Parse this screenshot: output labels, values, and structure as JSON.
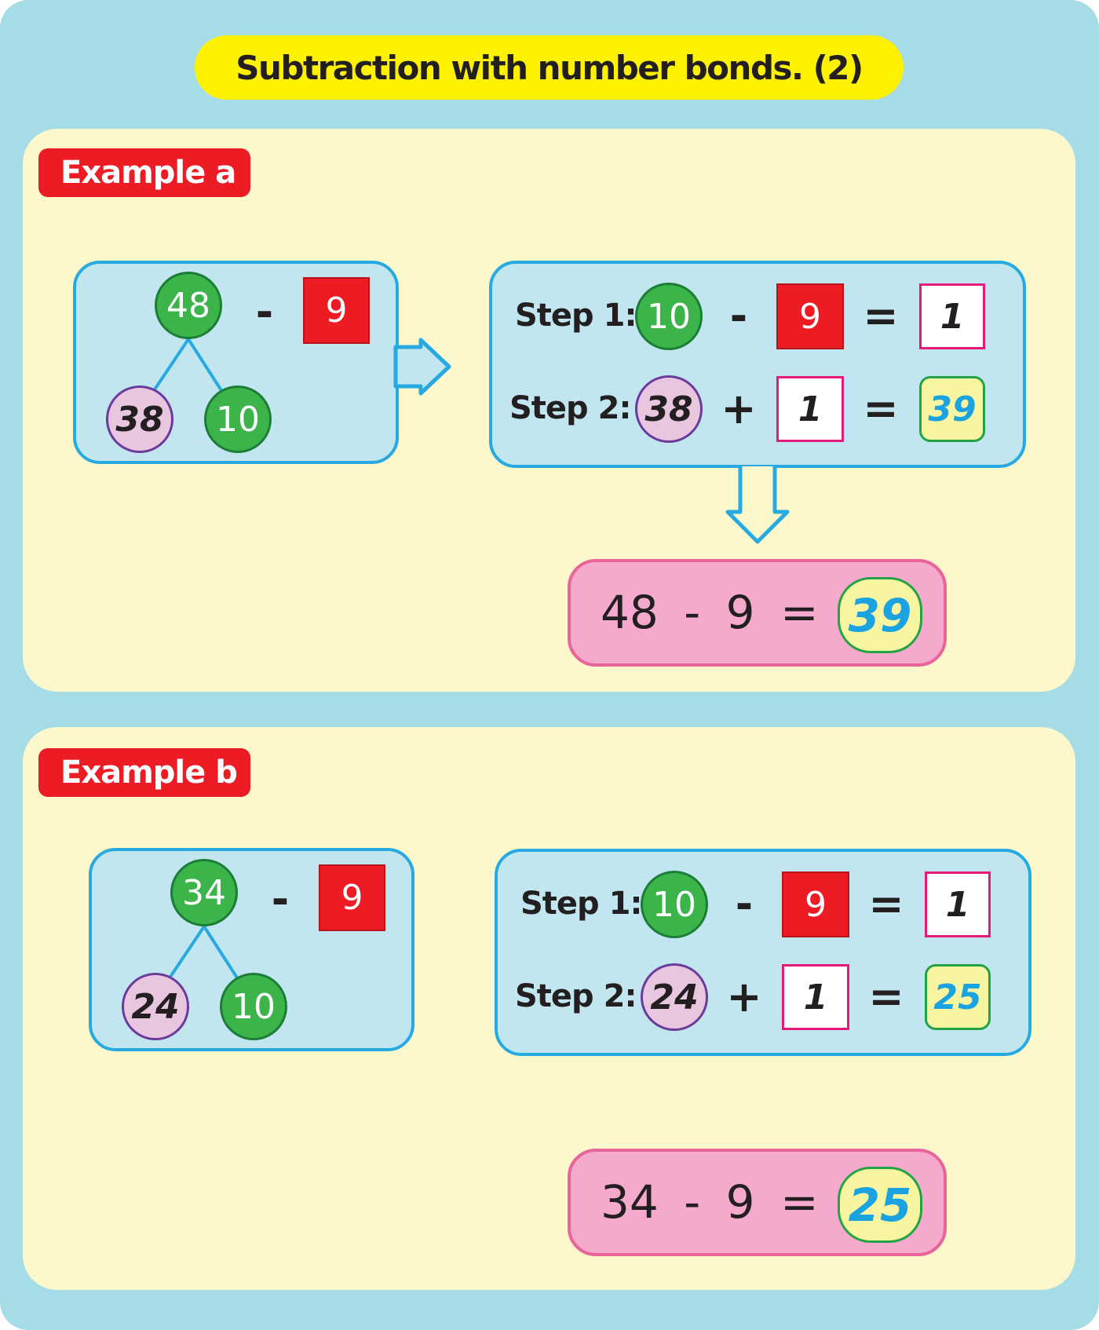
{
  "title": "Subtraction with number bonds. (2)",
  "question": {
    "minuend": "48",
    "minus": "-",
    "subtrahend": "9",
    "equals": "=",
    "answer": "?"
  },
  "examples": [
    {
      "label": "Example a",
      "bond": {
        "whole": "48",
        "part_a": "38",
        "part_b": "10",
        "minus": "-",
        "subtrahend": "9"
      },
      "step1": {
        "label": "Step 1:",
        "a": "10",
        "op": "-",
        "b": "9",
        "eq": "=",
        "result": "1"
      },
      "step2": {
        "label": "Step 2:",
        "a": "38",
        "op": "+",
        "b": "1",
        "eq": "=",
        "result": "39"
      },
      "result": {
        "expression": "48 - 9 =",
        "answer": "39"
      }
    },
    {
      "label": "Example b",
      "bond": {
        "whole": "34",
        "part_a": "24",
        "part_b": "10",
        "minus": "-",
        "subtrahend": "9"
      },
      "step1": {
        "label": "Step 1:",
        "a": "10",
        "op": "-",
        "b": "9",
        "eq": "=",
        "result": "1"
      },
      "step2": {
        "label": "Step 2:",
        "a": "24",
        "op": "+",
        "b": "1",
        "eq": "=",
        "result": "25"
      },
      "result": {
        "expression": "34 - 9 =",
        "answer": "25"
      }
    }
  ],
  "colors": {
    "background": "#a6dce6",
    "panel": "#fcf8cc",
    "accent_red": "#ed1c24",
    "green": "#3bb44a",
    "blue": "#27aae1",
    "title": "#fff200"
  }
}
